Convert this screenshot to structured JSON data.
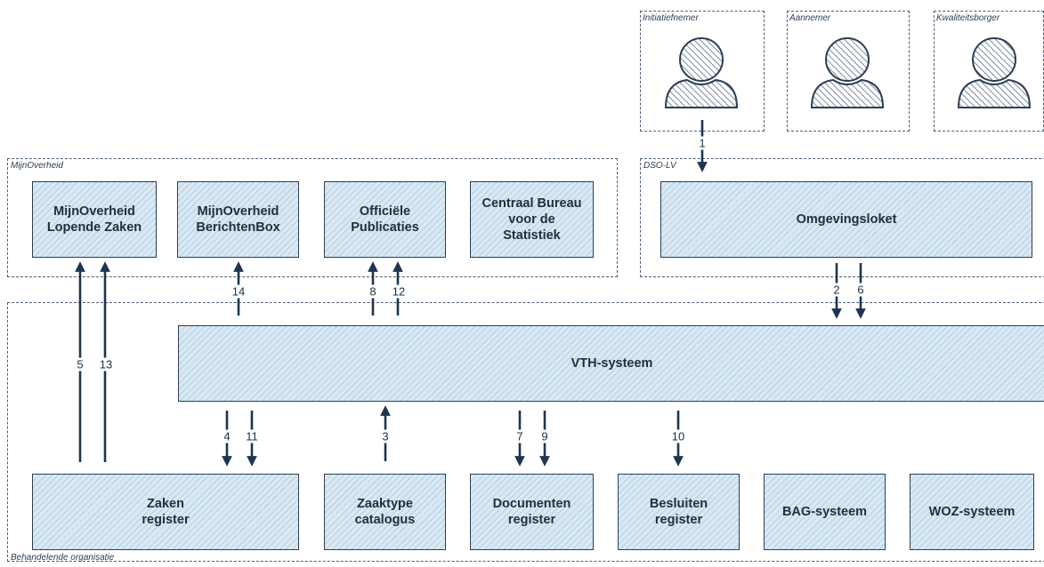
{
  "groups": {
    "mijnoverheid": "MijnOverheid",
    "dso": "DSO-LV",
    "behandelend": "Behandelende organisatie",
    "initiatiefnemer": "Initiatiefnemer",
    "aannemer": "Aannemer",
    "kwaliteitsborger": "Kwaliteitsborger"
  },
  "boxes": {
    "mo_lopende": "MijnOverheid\nLopende Zaken",
    "mo_berichtenbox": "MijnOverheid\nBerichtenBox",
    "officiele": "Officiële\nPublicaties",
    "cbs": "Centraal Bureau\nvoor de\nStatistiek",
    "omgevingsloket": "Omgevingsloket",
    "vth": "VTH-systeem",
    "zaken": "Zaken\nregister",
    "zaaktype": "Zaaktype\ncatalogus",
    "documenten": "Documenten\nregister",
    "besluiten": "Besluiten\nregister",
    "bag": "BAG-systeem",
    "woz": "WOZ-systeem"
  },
  "flows": {
    "n1": "1",
    "n2": "2",
    "n3": "3",
    "n4": "4",
    "n5": "5",
    "n6": "6",
    "n7": "7",
    "n8": "8",
    "n9": "9",
    "n10": "10",
    "n11": "11",
    "n12": "12",
    "n13": "13",
    "n14": "14"
  },
  "colors": {
    "box_fill": "#d9e9f4",
    "hatch": "#96b9d2",
    "stroke": "#1f3550"
  }
}
